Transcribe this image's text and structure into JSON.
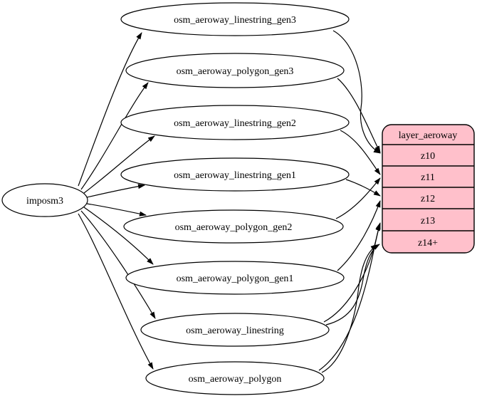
{
  "nodes": {
    "source": {
      "label": "imposm3"
    },
    "tables": [
      {
        "label": "osm_aeroway_linestring_gen3"
      },
      {
        "label": "osm_aeroway_polygon_gen3"
      },
      {
        "label": "osm_aeroway_linestring_gen2"
      },
      {
        "label": "osm_aeroway_linestring_gen1"
      },
      {
        "label": "osm_aeroway_polygon_gen2"
      },
      {
        "label": "osm_aeroway_polygon_gen1"
      },
      {
        "label": "osm_aeroway_linestring"
      },
      {
        "label": "osm_aeroway_polygon"
      }
    ],
    "layer": {
      "title": "layer_aeroway",
      "rows": [
        "z10",
        "z11",
        "z12",
        "z13",
        "z14+"
      ],
      "fill_color": "#ffc0cb",
      "border_color": "#000000"
    }
  },
  "edges": [
    {
      "from": "imposm3",
      "to": "osm_aeroway_linestring_gen3"
    },
    {
      "from": "imposm3",
      "to": "osm_aeroway_polygon_gen3"
    },
    {
      "from": "imposm3",
      "to": "osm_aeroway_linestring_gen2"
    },
    {
      "from": "imposm3",
      "to": "osm_aeroway_linestring_gen1"
    },
    {
      "from": "imposm3",
      "to": "osm_aeroway_polygon_gen2"
    },
    {
      "from": "imposm3",
      "to": "osm_aeroway_polygon_gen1"
    },
    {
      "from": "imposm3",
      "to": "osm_aeroway_linestring"
    },
    {
      "from": "imposm3",
      "to": "osm_aeroway_polygon"
    },
    {
      "from": "osm_aeroway_linestring_gen3",
      "to": "layer_aeroway",
      "to_row": "z10"
    },
    {
      "from": "osm_aeroway_polygon_gen3",
      "to": "layer_aeroway",
      "to_row": "z10"
    },
    {
      "from": "osm_aeroway_linestring_gen2",
      "to": "layer_aeroway",
      "to_row": "z11"
    },
    {
      "from": "osm_aeroway_polygon_gen2",
      "to": "layer_aeroway",
      "to_row": "z11"
    },
    {
      "from": "osm_aeroway_linestring_gen1",
      "to": "layer_aeroway",
      "to_row": "z12"
    },
    {
      "from": "osm_aeroway_polygon_gen1",
      "to": "layer_aeroway",
      "to_row": "z12"
    },
    {
      "from": "osm_aeroway_linestring",
      "to": "layer_aeroway",
      "to_row": "z13"
    },
    {
      "from": "osm_aeroway_linestring",
      "to": "layer_aeroway",
      "to_row": "z14+"
    },
    {
      "from": "osm_aeroway_polygon",
      "to": "layer_aeroway",
      "to_row": "z13"
    },
    {
      "from": "osm_aeroway_polygon",
      "to": "layer_aeroway",
      "to_row": "z14+"
    }
  ]
}
